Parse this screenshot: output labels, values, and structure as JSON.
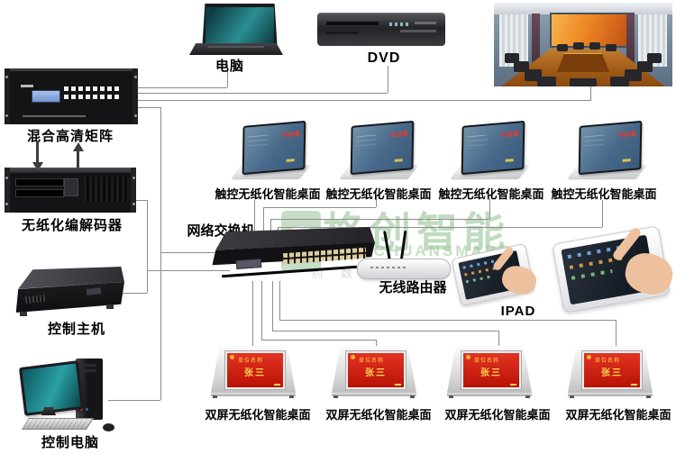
{
  "watermark": {
    "logo_letter": "G",
    "text_cn": "格创智能",
    "text_en": "GECHUANSMART",
    "text_row3": [
      "别",
      "数",
      "智"
    ]
  },
  "devices": {
    "hd_matrix": {
      "label": "混合高清矩阵"
    },
    "paperless_codec": {
      "label": "无纸化编解码器"
    },
    "control_host": {
      "label": "控制主机"
    },
    "control_pc": {
      "label": "控制电脑"
    },
    "laptop": {
      "label": "电脑"
    },
    "dvd": {
      "label": "DVD"
    },
    "network_switch": {
      "label": "网络交换机"
    },
    "wireless_router": {
      "label": "无线路由器"
    },
    "ipad": {
      "label": "IPAD"
    }
  },
  "touch_desktops": {
    "screen_text": "与会者",
    "items": [
      {
        "label": "触控无纸化智能桌面"
      },
      {
        "label": "触控无纸化智能桌面"
      },
      {
        "label": "触控无纸化智能桌面"
      },
      {
        "label": "触控无纸化智能桌面"
      }
    ]
  },
  "dual_desktops": {
    "screen_title": "单位名称",
    "screen_name": "张三",
    "items": [
      {
        "label": "双屏无纸化智能桌面"
      },
      {
        "label": "双屏无纸化智能桌面"
      },
      {
        "label": "双屏无纸化智能桌面"
      },
      {
        "label": "双屏无纸化智能桌面"
      }
    ]
  },
  "colors": {
    "line": "#8c8c8c",
    "watermark_green": "#9cc49c",
    "dual_screen_red": "#d02010",
    "touch_screen_blue": "#48698a"
  }
}
